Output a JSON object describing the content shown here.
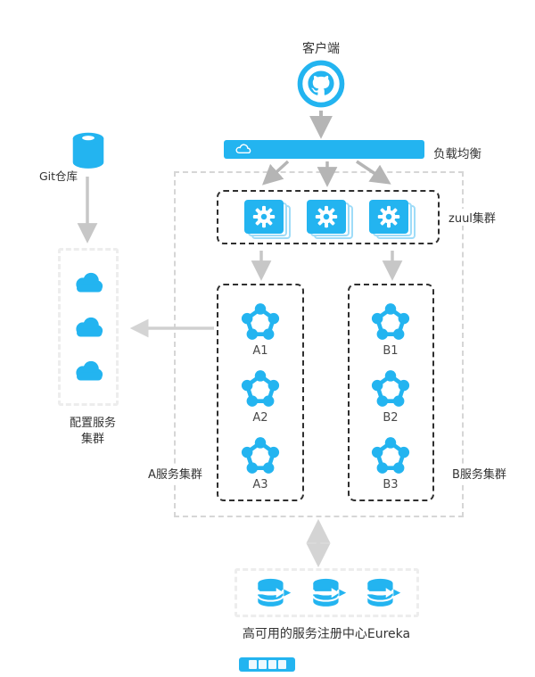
{
  "diagram": {
    "client": {
      "label": "客户端",
      "icon": "github-icon"
    },
    "load_balancer": {
      "label": "负载均衡",
      "icon": "cloud-outline-icon"
    },
    "zuul_cluster": {
      "label": "zuul集群",
      "node_count": 3,
      "icon": "gear-icon"
    },
    "git_repo": {
      "label": "Git仓库",
      "icon": "cylinder-icon"
    },
    "config_cluster": {
      "label_line1": "配置服务",
      "label_line2": "集群",
      "node_count": 3,
      "icon": "cloud-icon"
    },
    "service_cluster_a": {
      "label": "A服务集群",
      "nodes": [
        "A1",
        "A2",
        "A3"
      ],
      "icon": "cluster-node-icon"
    },
    "service_cluster_b": {
      "label": "B服务集群",
      "nodes": [
        "B1",
        "B2",
        "B3"
      ],
      "icon": "cluster-node-icon"
    },
    "registry": {
      "label": "高可用的服务注册中心Eureka",
      "node_count": 3,
      "icon": "database-sync-icon"
    },
    "watermark": {
      "color": "#23b4f0"
    },
    "colors": {
      "primary_blue": "#23b4f0",
      "stack_outline_blue": "#9fdcf8",
      "arrow_gray": "#bdbdbd",
      "dark_dashed_border": "#2f2f2f",
      "light_dashed_border": "#ededed"
    }
  }
}
